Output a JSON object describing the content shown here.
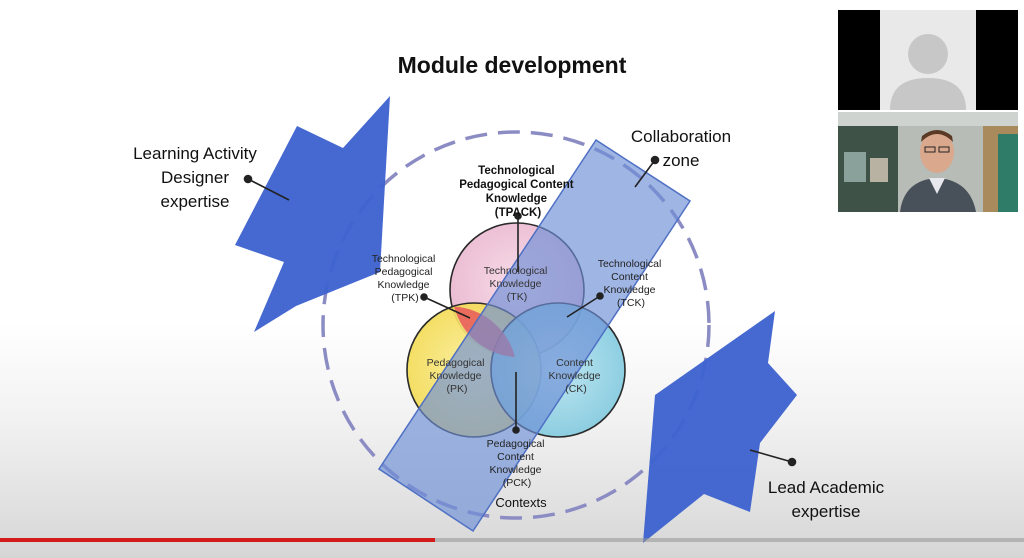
{
  "slide": {
    "title": "Module development",
    "learning_activity_label": [
      "Learning Activity",
      "Designer",
      "expertise"
    ],
    "collaboration_label": [
      "Collaboration",
      "zone"
    ],
    "lead_academic_label": [
      "Lead Academic",
      "expertise"
    ]
  },
  "diagram": {
    "tpack": [
      "Technological",
      "Pedagogical Content",
      "Knowledge",
      "(TPACK)"
    ],
    "tpk": [
      "Technological",
      "Pedagogical",
      "Knowledge",
      "(TPK)"
    ],
    "tck": [
      "Technological",
      "Content",
      "Knowledge",
      "(TCK)"
    ],
    "tk": [
      "Technological",
      "Knowledge",
      "(TK)"
    ],
    "pk": [
      "Pedagogical",
      "Knowledge",
      "(PK)"
    ],
    "ck": [
      "Content",
      "Knowledge",
      "(CK)"
    ],
    "pck": [
      "Pedagogical",
      "Content",
      "Knowledge",
      "(PCK)"
    ],
    "contexts": "Contexts"
  },
  "colors": {
    "arrow_blue": "#3d63cf",
    "zone_band": "#6e8fd6",
    "dashed_ring": "#8c8cc4",
    "tk_circle": "#f3c9dc",
    "pk_circle": "#f7e46e",
    "ck_circle": "#84cfe3",
    "progress_red": "#d41b1b"
  },
  "video": {
    "participant_a": "avatar-placeholder",
    "participant_b": "speaker-camera"
  },
  "player": {
    "progress": 0.425
  }
}
